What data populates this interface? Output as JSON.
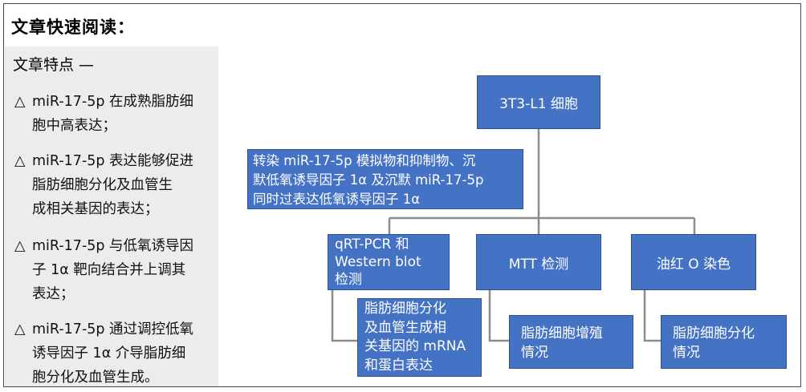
{
  "title": "文章快速阅读：",
  "panel": {
    "heading": "文章特点 —",
    "bullet_symbol": "△",
    "features": [
      {
        "line1": "miR-17-5p 在成熟脂肪细",
        "line2": "胞中高表达；"
      },
      {
        "line1": "miR-17-5p 表达能够促进",
        "line2": "脂肪细胞分化及血管生",
        "line3": "成相关基因的表达；"
      },
      {
        "line1": "miR-17-5p 与低氧诱导因",
        "line2": "子 1α 靶向结合并上调其",
        "line3": "表达；"
      },
      {
        "line1": "miR-17-5p 通过调控低氧",
        "line2": "诱导因子 1α 介导脂肪细",
        "line3": "胞分化及血管生成。"
      }
    ]
  },
  "diagram": {
    "root": "3T3-L1 细胞",
    "treatment": {
      "line1": "转染 miR-17-5p 模拟物和抑制物、沉",
      "line2": "默低氧诱导因子 1α 及沉默 miR-17-5p",
      "line3": "同时过表达低氧诱导因子 1α"
    },
    "assays": [
      {
        "line1": "qRT-PCR 和",
        "line2": "Western blot",
        "line3": "检测"
      },
      {
        "line1": "MTT 检测"
      },
      {
        "line1": "油红 O 染色"
      }
    ],
    "results": [
      {
        "line1": "脂肪细胞分化",
        "line2": "及血管生成相",
        "line3": "关基因的 mRNA",
        "line4": "和蛋白表达"
      },
      {
        "line1": "脂肪细胞增殖",
        "line2": "情况"
      },
      {
        "line1": "脂肪细胞分化",
        "line2": "情况"
      }
    ],
    "colors": {
      "box_fill": "#4472c4",
      "box_border": "#2f528f",
      "connector": "#8c8c8c"
    }
  }
}
